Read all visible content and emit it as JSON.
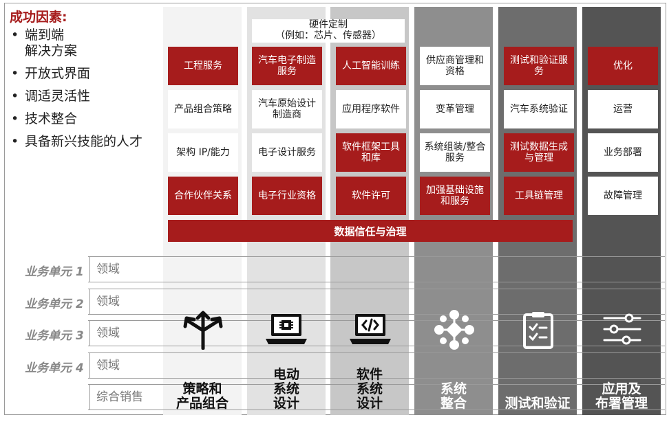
{
  "success_factors": {
    "title": "成功因素:",
    "items": [
      {
        "l1": "端到端",
        "l2": "解决方案"
      },
      {
        "l1": "开放式界面",
        "l2": ""
      },
      {
        "l1": "调适灵活性",
        "l2": ""
      },
      {
        "l1": "技术整合",
        "l2": ""
      },
      {
        "l1": "具备新兴技能的人才",
        "l2": ""
      }
    ]
  },
  "hardware_box": {
    "line1": "硬件定制",
    "line2": "（例如：芯片、传感器）"
  },
  "data_bar": "数据信任与治理",
  "columns": [
    {
      "label": [
        "策略和",
        "产品组合"
      ],
      "icon": "split-arrows-icon",
      "boxes": [
        {
          "text": "工程服务",
          "style": "red"
        },
        {
          "text": "产品组合策略",
          "style": "white"
        },
        {
          "text": "架构 IP/能力",
          "style": "white"
        },
        {
          "text": "合作伙伴关系",
          "style": "red"
        }
      ]
    },
    {
      "label": [
        "电动",
        "系统",
        "设计"
      ],
      "icon": "laptop-chip-icon",
      "boxes": [
        {
          "text": "汽车电子制造服务",
          "style": "red"
        },
        {
          "text": "汽车原始设计制造商",
          "style": "white"
        },
        {
          "text": "电子设计服务",
          "style": "white"
        },
        {
          "text": "电子行业资格",
          "style": "red"
        }
      ]
    },
    {
      "label": [
        "软件",
        "系统",
        "设计"
      ],
      "icon": "laptop-code-icon",
      "boxes": [
        {
          "text": "人工智能训练",
          "style": "red"
        },
        {
          "text": "应用程序软件",
          "style": "white"
        },
        {
          "text": "软件框架工具和库",
          "style": "red"
        },
        {
          "text": "软件许可",
          "style": "red"
        }
      ]
    },
    {
      "label": [
        "系统",
        "整合"
      ],
      "icon": "integration-network-icon",
      "boxes": [
        {
          "text": "供应商管理和资格",
          "style": "white"
        },
        {
          "text": "变革管理",
          "style": "white"
        },
        {
          "text": "系统组装/整合服务",
          "style": "white"
        },
        {
          "text": "加强基础设施和服务",
          "style": "red"
        }
      ]
    },
    {
      "label": [
        "测试和验证"
      ],
      "icon": "clipboard-check-icon",
      "boxes": [
        {
          "text": "测试和验证服务",
          "style": "red"
        },
        {
          "text": "汽车系统验证",
          "style": "white"
        },
        {
          "text": "测试数据生成与管理",
          "style": "red"
        },
        {
          "text": "工具链管理",
          "style": "red"
        }
      ]
    },
    {
      "label": [
        "应用及",
        "布署管理"
      ],
      "icon": "sliders-icon",
      "boxes": [
        {
          "text": "优化",
          "style": "red"
        },
        {
          "text": "运营",
          "style": "white"
        },
        {
          "text": "业务部署",
          "style": "white"
        },
        {
          "text": "故障管理",
          "style": "white"
        }
      ]
    }
  ],
  "business_units": [
    {
      "label": "业务单元 1",
      "domain": "领域"
    },
    {
      "label": "业务单元 2",
      "domain": "领域"
    },
    {
      "label": "业务单元 3",
      "domain": "领域"
    },
    {
      "label": "业务单元 4",
      "domain": "领域"
    },
    {
      "label": "",
      "domain": "综合销售"
    }
  ],
  "colors": {
    "accent_red": "#a61c1c",
    "column_backgrounds": [
      "#f3f3f3",
      "#e2e2e2",
      "#c7c7c7",
      "#8e8e8e",
      "#6d6d6d",
      "#545454"
    ],
    "label_colors": [
      "#111111",
      "#111111",
      "#111111",
      "#ffffff",
      "#ffffff",
      "#ffffff"
    ]
  }
}
